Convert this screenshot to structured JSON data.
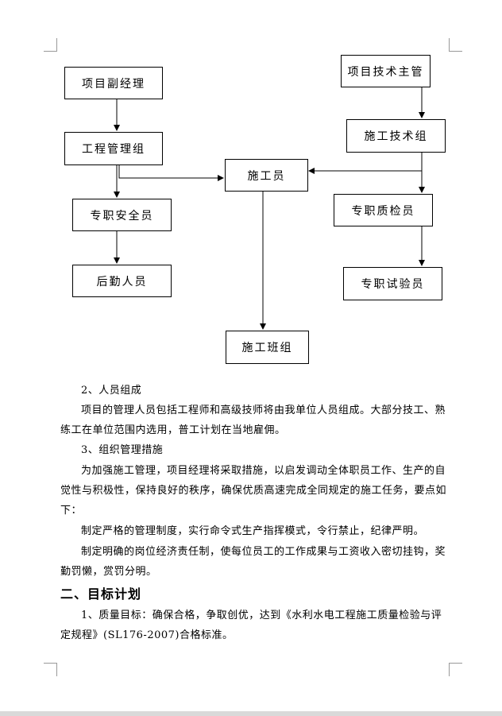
{
  "org_chart": {
    "deputy_manager": "项目副经理",
    "engineering_mgmt_group": "工程管理组",
    "safety_officer": "专职安全员",
    "logistics_staff": "后勤人员",
    "tech_supervisor": "项目技术主管",
    "construction_tech_group": "施工技术组",
    "construction_staff": "施工员",
    "quality_inspector": "专职质检员",
    "test_officer": "专职试验员",
    "construction_team": "施工班组"
  },
  "sections": {
    "s2_title": "2、人员组成",
    "s2_body": "项目的管理人员包括工程师和高级技师将由我单位人员组成。大部分技工、熟练工在单位范围内选用，普工计划在当地雇佣。",
    "s3_title": "3、组织管理措施",
    "s3_body1": "为加强施工管理，项目经理将采取措施，以启发调动全体职员工作、生产的自觉性与积极性，保持良好的秩序，确保优质高速完成全同规定的施工任务，要点如下：",
    "s3_body2": "制定严格的管理制度，实行命令式生产指挥模式，令行禁止，纪律严明。",
    "s3_body3": "制定明确的岗位经济责任制，使每位员工的工作成果与工资收入密切挂钩，奖勤罚懒，赏罚分明。",
    "heading2": "二、目标计划",
    "q_body": "1、质量目标：确保合格，争取创优，达到《水利水电工程施工质量检验与评定规程》(SL176-2007)合格标准。"
  }
}
